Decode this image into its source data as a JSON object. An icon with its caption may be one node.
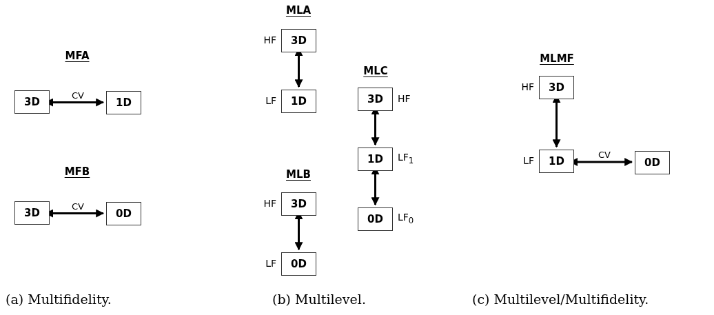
{
  "diagram": {
    "nodes": [
      {
        "text": [
          "3D"
        ]
      },
      {
        "text": [
          "1D"
        ]
      },
      {
        "text": [
          "3D"
        ]
      },
      {
        "text": [
          "0D"
        ]
      },
      {
        "text": [
          "3D"
        ],
        "beside": [
          "HF"
        ]
      },
      {
        "text": [
          "1D"
        ],
        "beside": [
          "LF"
        ]
      },
      {
        "text": [
          "3D"
        ],
        "beside": [
          "HF"
        ]
      },
      {
        "text": [
          "0D"
        ],
        "beside": [
          "LF"
        ]
      },
      {
        "text": [
          "3D"
        ],
        "beside": [
          "HF"
        ]
      },
      {
        "text": [
          "1D"
        ],
        "beside": [
          "LF$_{1}$"
        ]
      },
      {
        "text": [
          "0D"
        ],
        "beside": [
          "LF$_{0}$"
        ]
      },
      {
        "text": [
          "3D"
        ],
        "beside": [
          "HF"
        ]
      },
      {
        "text": [
          "1D"
        ],
        "beside": [
          "LF"
        ]
      },
      {
        "text": [
          "0D"
        ]
      }
    ],
    "edges": [
      {
        "from": 0,
        "to": 1,
        "arrow": "both",
        "label": "CV"
      },
      {
        "from": 2,
        "to": 3,
        "arrow": "both",
        "label": "CV"
      },
      {
        "from": 4,
        "to": 5,
        "arrow": "both"
      },
      {
        "from": 6,
        "to": 7,
        "arrow": "both"
      },
      {
        "from": 8,
        "to": 9,
        "arrow": "both"
      },
      {
        "from": 9,
        "to": 10,
        "arrow": "both"
      },
      {
        "from": 11,
        "to": 12,
        "arrow": "both"
      },
      {
        "from": 12,
        "to": 13,
        "arrow": "both",
        "label": "CV"
      }
    ],
    "labels": [
      "MLA",
      "MFA",
      "MLC",
      "MLMF",
      "MFB",
      "MLB",
      "(a) Multifidelity.",
      "(b) Multilevel.",
      "(c) Multilevel/Multifidelity."
    ]
  }
}
